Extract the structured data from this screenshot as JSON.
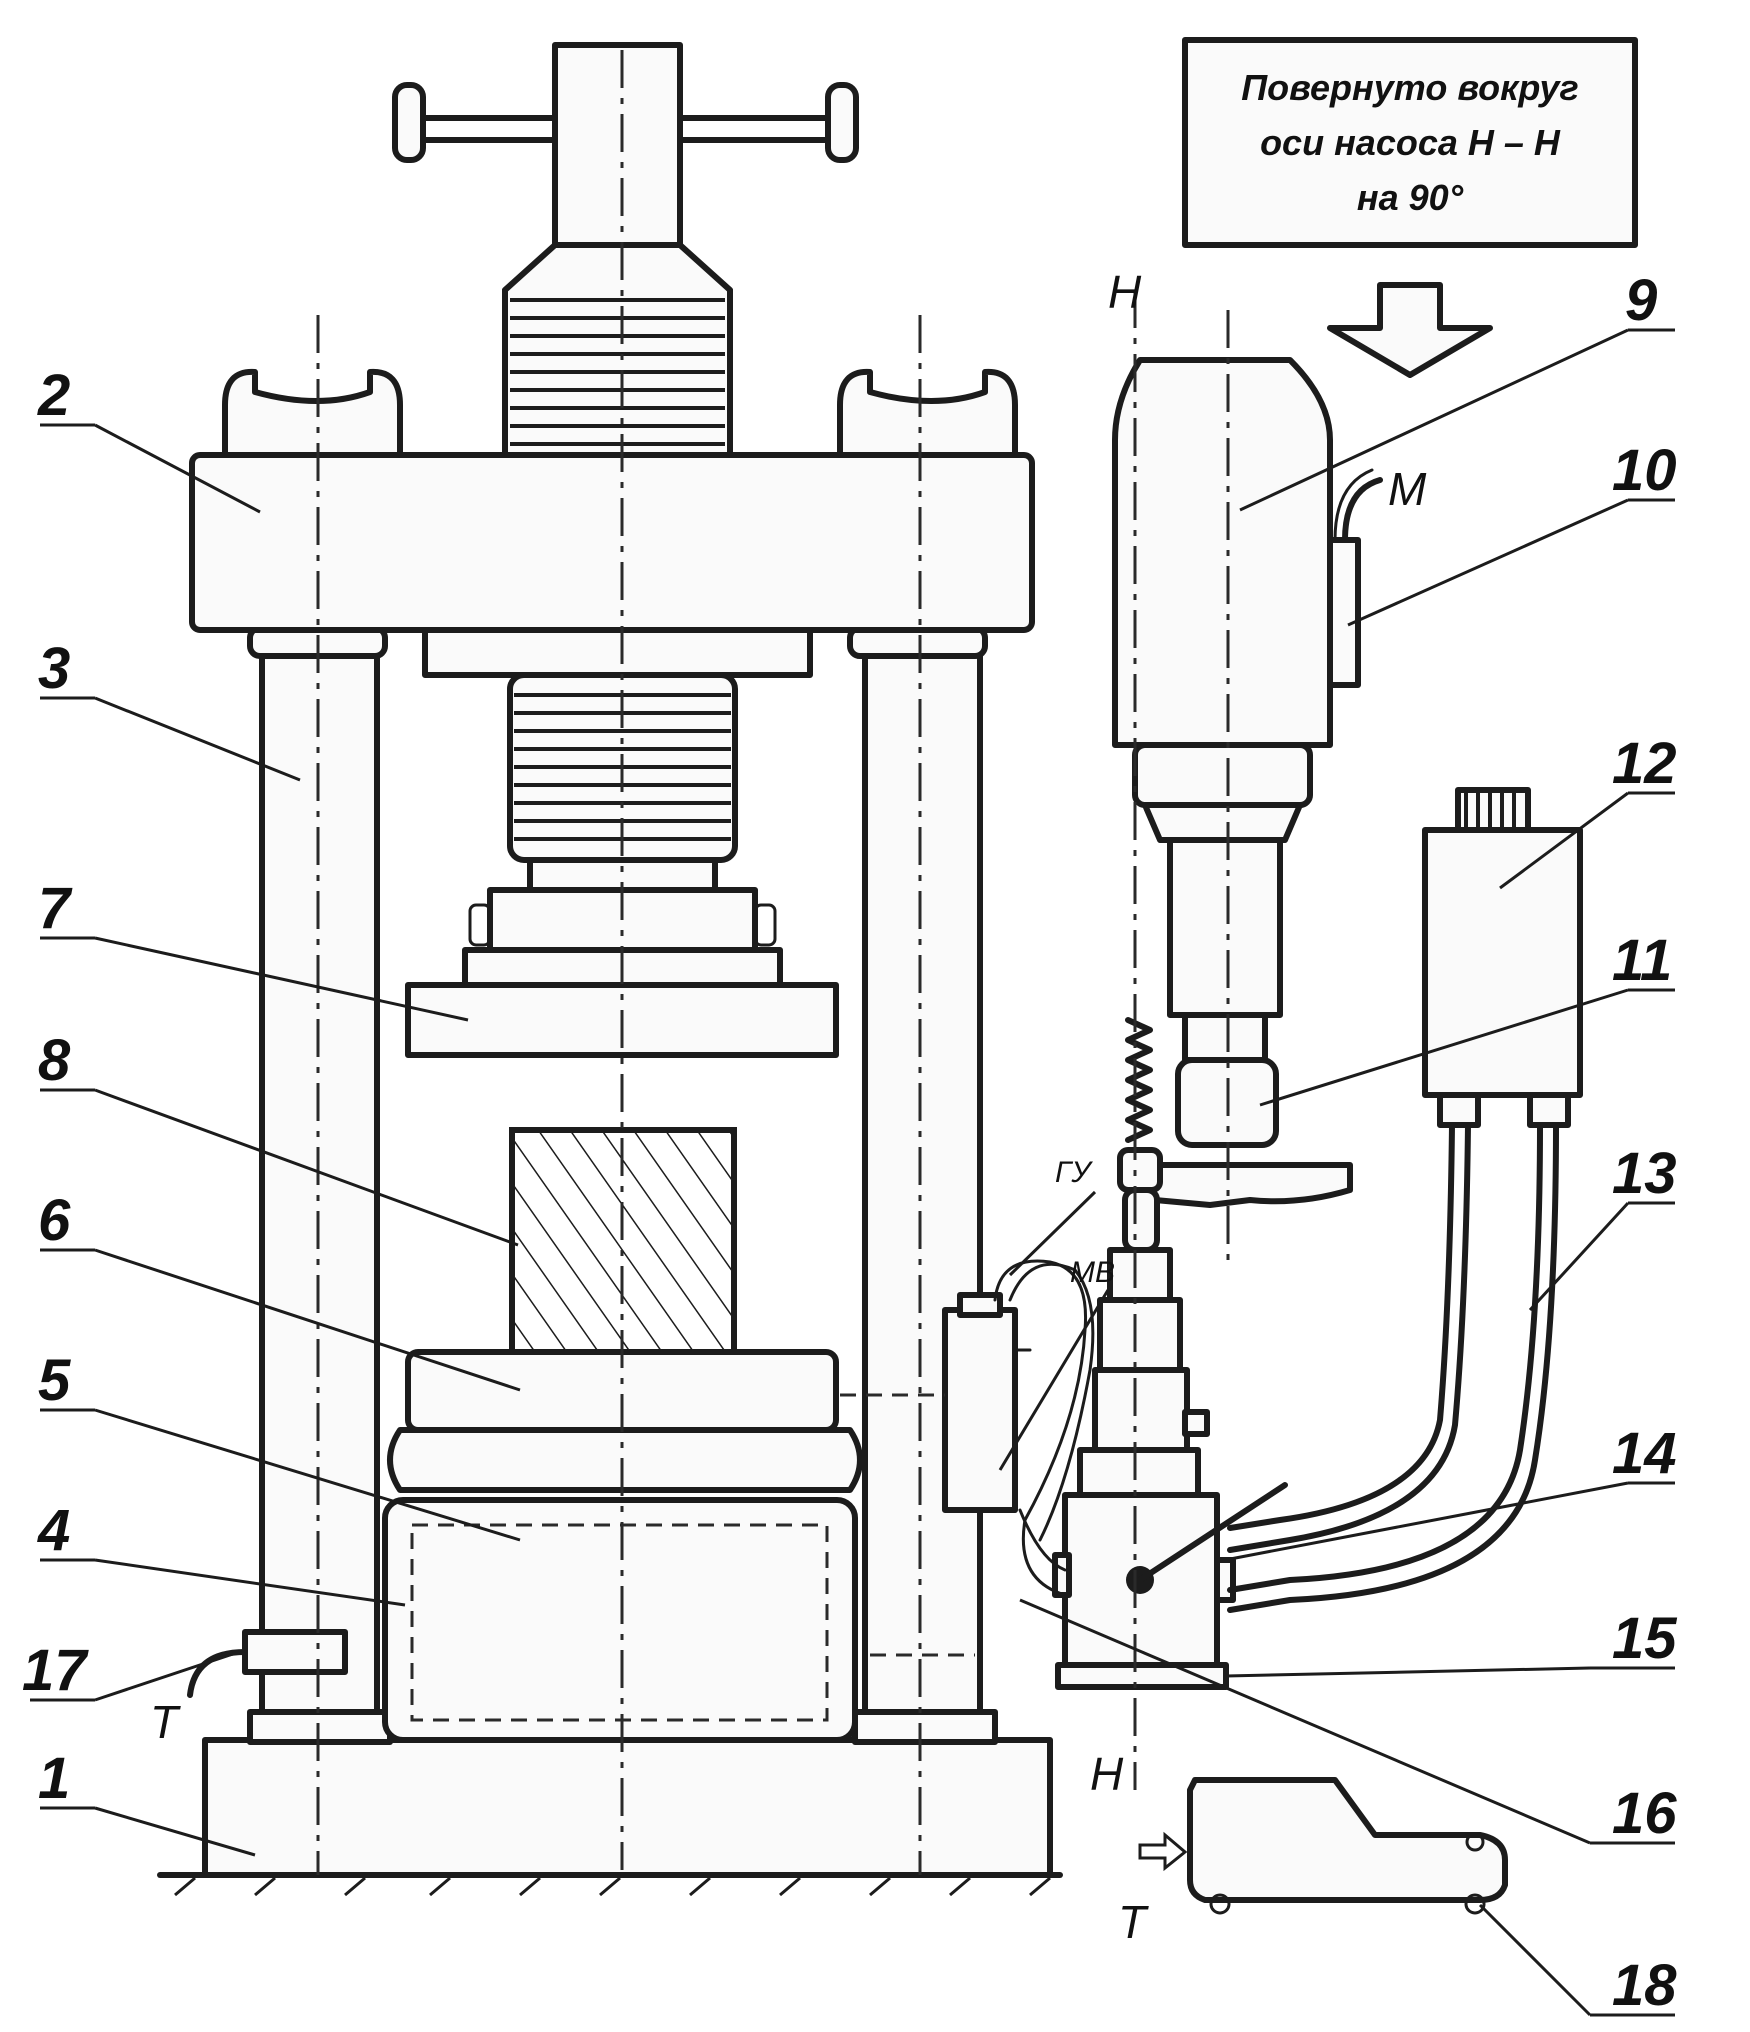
{
  "note": {
    "lines": [
      "Повернуто вокруг",
      "оси насоса Н – Н",
      "на 90°"
    ]
  },
  "callouts": [
    "1",
    "2",
    "3",
    "4",
    "5",
    "6",
    "7",
    "8",
    "9",
    "10",
    "11",
    "12",
    "13",
    "14",
    "15",
    "16",
    "17",
    "18"
  ],
  "symbols": {
    "axis_top": "Н",
    "axis_bottom": "Н",
    "motor": "М",
    "hydro_unit": "ГУ",
    "pressure_switch": "МВ",
    "tank_left": "Т",
    "tank_right": "Т"
  },
  "colors": {
    "ink": "#1c1c1c",
    "paper": "#ffffff"
  }
}
